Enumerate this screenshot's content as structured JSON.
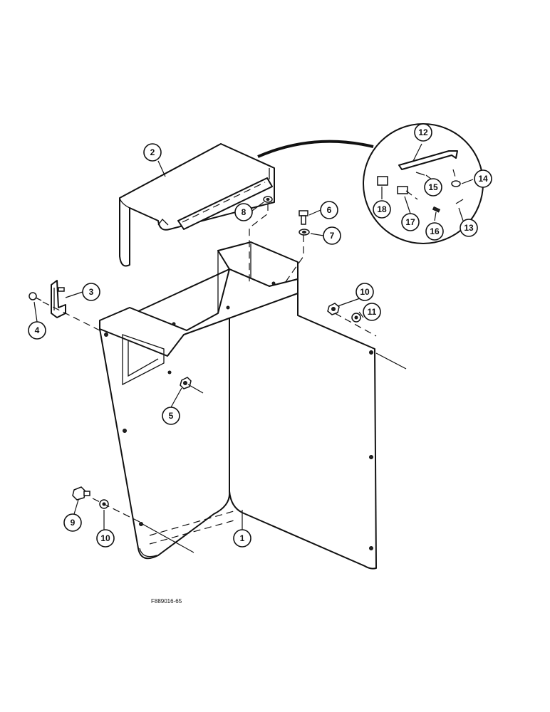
{
  "figure_code": "F889016-65",
  "callouts": [
    "1",
    "2",
    "3",
    "4",
    "5",
    "6",
    "7",
    "8",
    "9",
    "10",
    "10",
    "11",
    "12",
    "13",
    "14",
    "15",
    "16",
    "17",
    "18"
  ]
}
